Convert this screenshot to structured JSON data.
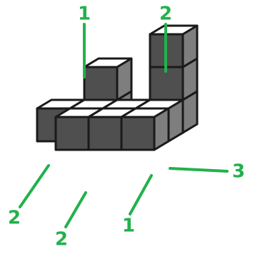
{
  "colors": {
    "top": "#ffffff",
    "front": "#4f4f4f",
    "side": "#7e7e7e",
    "edge": "#1a1a1a",
    "label": "#22b14c"
  },
  "labels": [
    {
      "id": "left-tower",
      "text": "1"
    },
    {
      "id": "right-tower",
      "text": "2"
    },
    {
      "id": "right-side-stack",
      "text": "3"
    },
    {
      "id": "left-arm",
      "text": "2"
    },
    {
      "id": "front-cube",
      "text": "2"
    },
    {
      "id": "front-right",
      "text": "1"
    }
  ]
}
